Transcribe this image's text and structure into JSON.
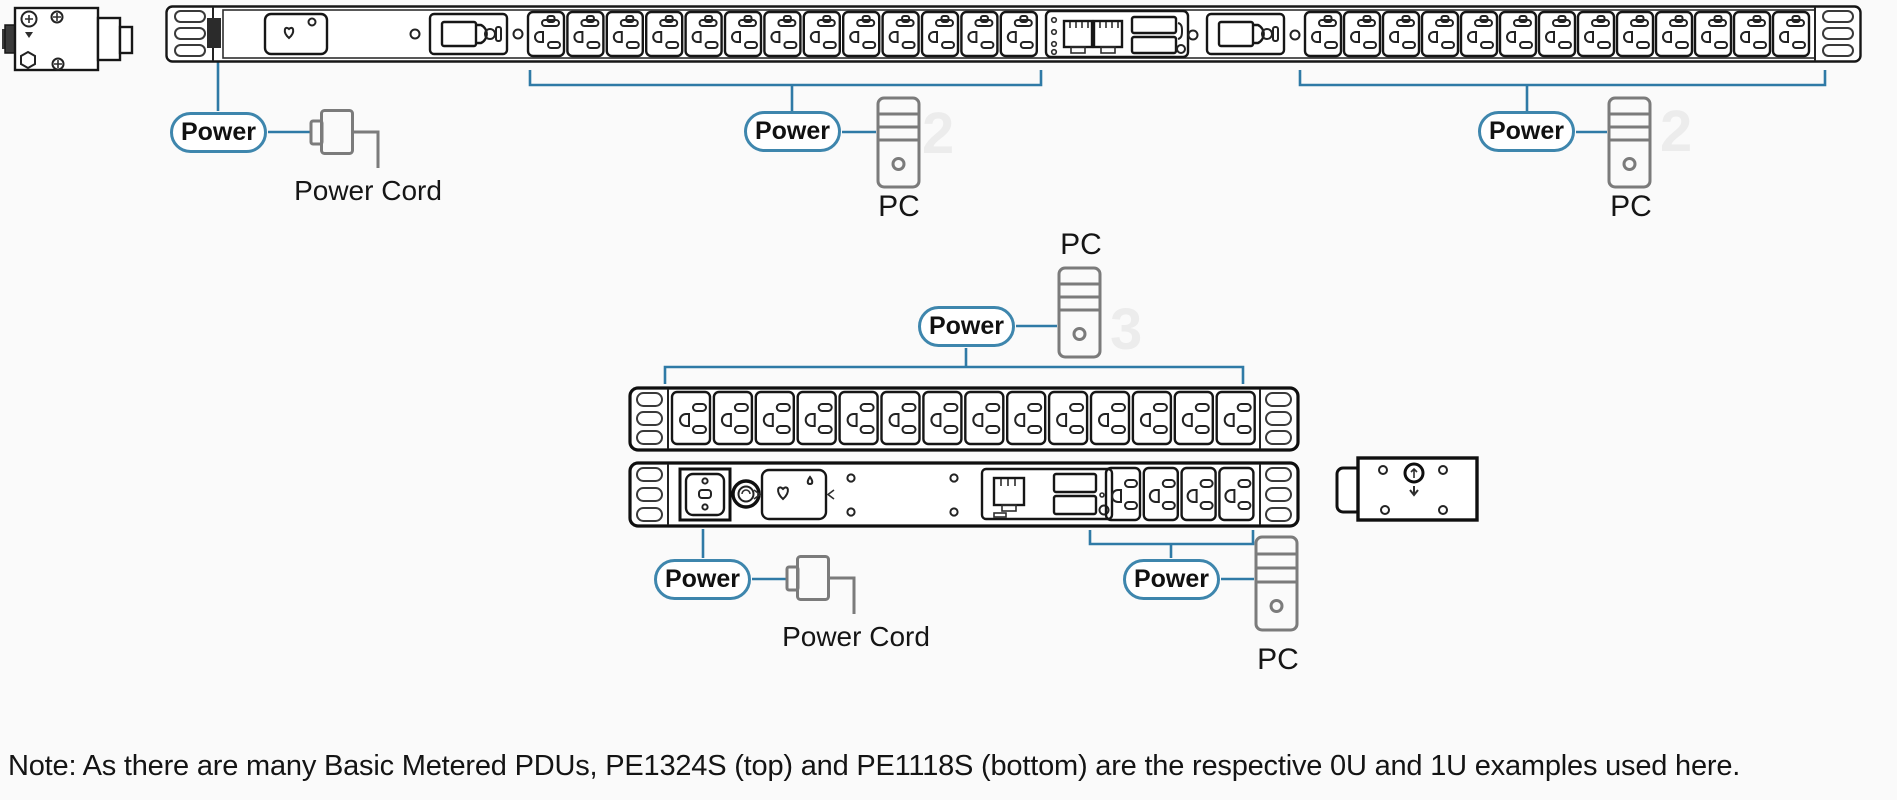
{
  "labels": {
    "power": "Power",
    "power_cord": "Power Cord",
    "pc": "PC"
  },
  "note": "Note: As there are many Basic Metered PDUs, PE1324S (top) and PE1118S (bottom) are the respective 0U and 1U examples used here.",
  "colors": {
    "connector_blue": "#2f7aa6",
    "pill_blue": "#3e86ad",
    "icon_gray": "#7b7b7b",
    "line_black": "#161616"
  },
  "pdu_top": {
    "outlet_group1_count": 13,
    "outlet_group2_count": 13
  },
  "pdu_front": {
    "outlet_count": 14
  },
  "pdu_rear": {
    "outlet_count": 4
  },
  "watermarks": [
    {
      "text": "2"
    },
    {
      "text": "2"
    },
    {
      "text": "3"
    }
  ]
}
